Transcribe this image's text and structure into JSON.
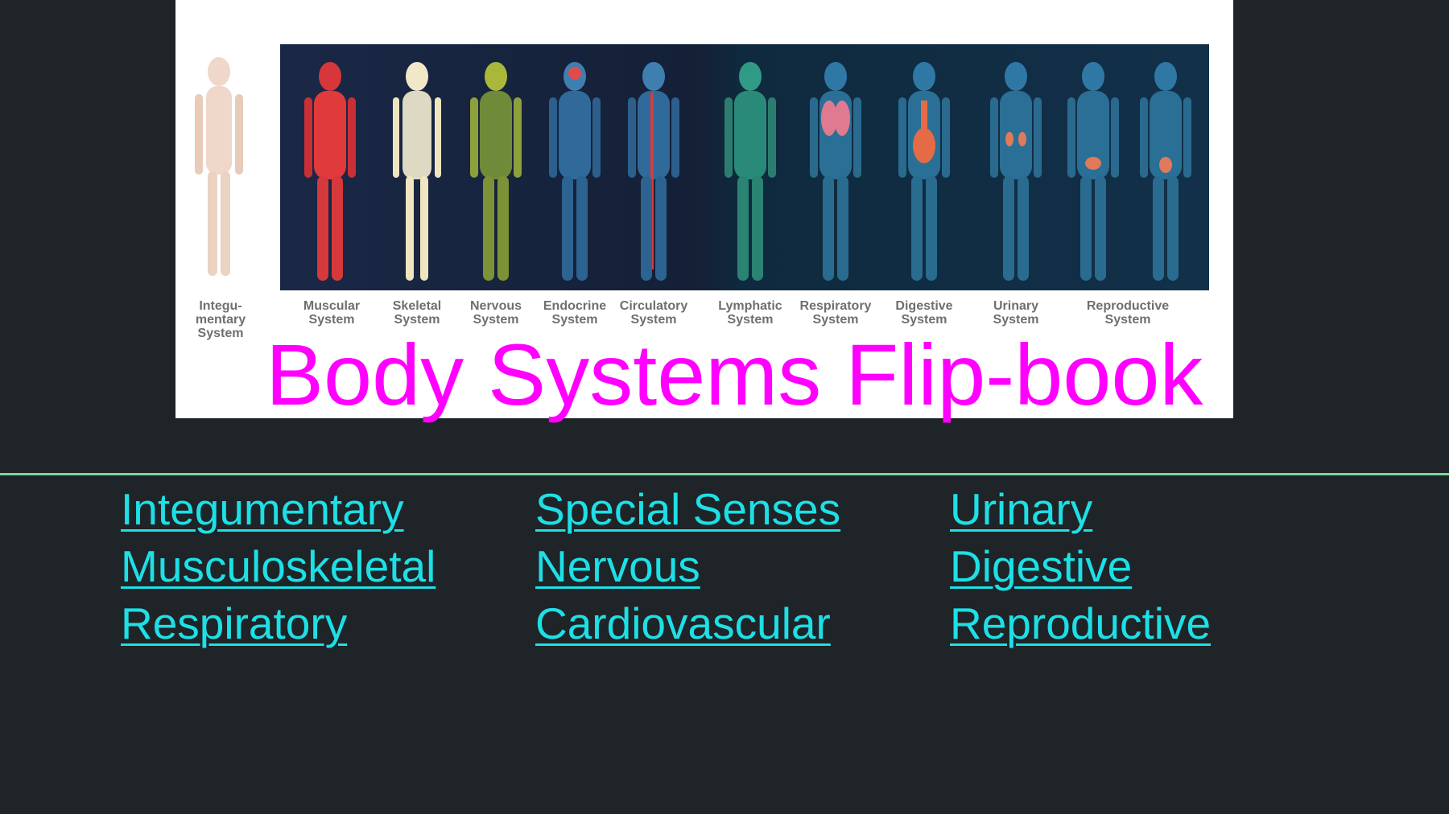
{
  "image_labels": [
    "Integu-\nmentary\nSystem",
    "Muscular\nSystem",
    "Skeletal\nSystem",
    "Nervous\nSystem",
    "Endocrine\nSystem",
    "Circulatory\nSystem",
    "Lymphatic\nSystem",
    "Respiratory\nSystem",
    "Digestive\nSystem",
    "Urinary\nSystem",
    "Reproductive\nSystem"
  ],
  "title": "Body Systems Flip-book",
  "links": {
    "col1": [
      "Integumentary",
      "Musculoskeletal",
      "Respiratory"
    ],
    "col2": [
      "Special Senses",
      "Nervous",
      "Cardiovascular"
    ],
    "col3": [
      "Urinary",
      "Digestive",
      "Reproductive"
    ]
  },
  "colors": {
    "background": "#1e2427",
    "title": "#ff00ff",
    "link": "#1de0e6",
    "rule": "#7fd39a"
  },
  "icons": {
    "hero": "body-systems-illustration"
  }
}
